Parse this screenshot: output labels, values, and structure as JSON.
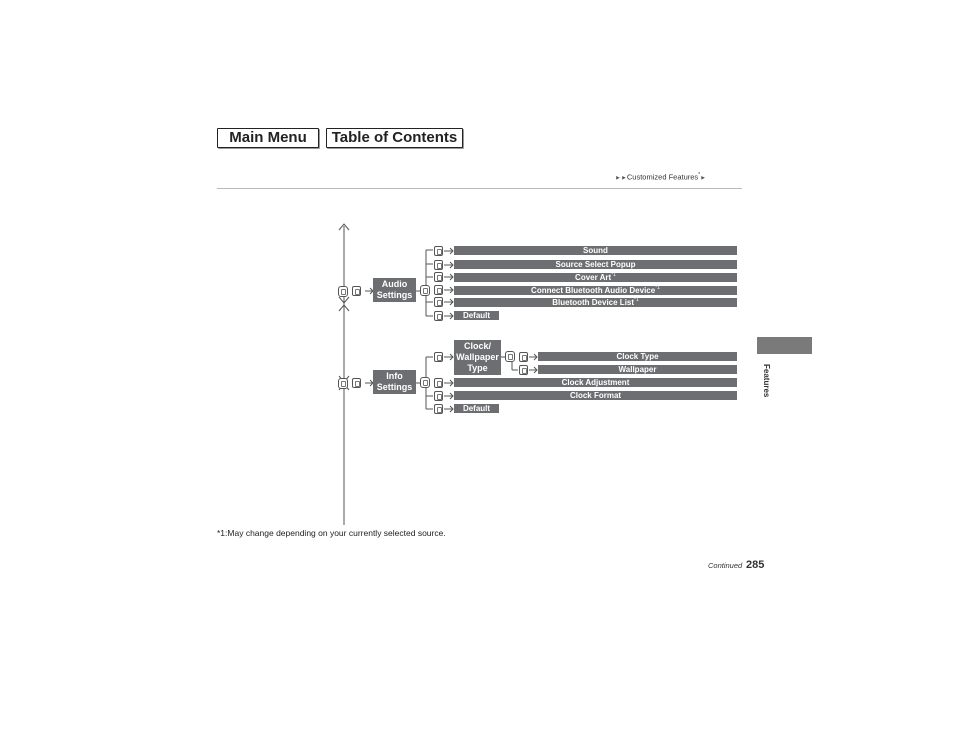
{
  "nav": {
    "main_menu": "Main Menu",
    "toc": "Table of Contents"
  },
  "breadcrumb": {
    "title": "Customized Features",
    "sup": "*"
  },
  "side_tab": "Features",
  "audio": {
    "label_line1": "Audio",
    "label_line2": "Settings",
    "items": [
      {
        "label": "Sound",
        "sup": ""
      },
      {
        "label": "Source Select Popup",
        "sup": ""
      },
      {
        "label": "Cover Art",
        "sup": "*1"
      },
      {
        "label": "Connect Bluetooth Audio Device",
        "sup": "*1"
      },
      {
        "label": "Bluetooth Device List",
        "sup": "*1"
      }
    ],
    "default_label": "Default"
  },
  "info": {
    "label_line1": "Info",
    "label_line2": "Settings",
    "clock_box": {
      "line1": "Clock/",
      "line2": "Wallpaper",
      "line3": "Type"
    },
    "sub_items": [
      {
        "label": "Clock Type"
      },
      {
        "label": "Wallpaper"
      }
    ],
    "items": [
      {
        "label": "Clock Adjustment"
      },
      {
        "label": "Clock Format"
      }
    ],
    "default_label": "Default"
  },
  "footnote": "*1:May change depending on your currently selected source.",
  "continued": "Continued",
  "page_number": "285",
  "colors": {
    "bar": "#6d6e71",
    "side_tab": "#7a7a7a"
  }
}
